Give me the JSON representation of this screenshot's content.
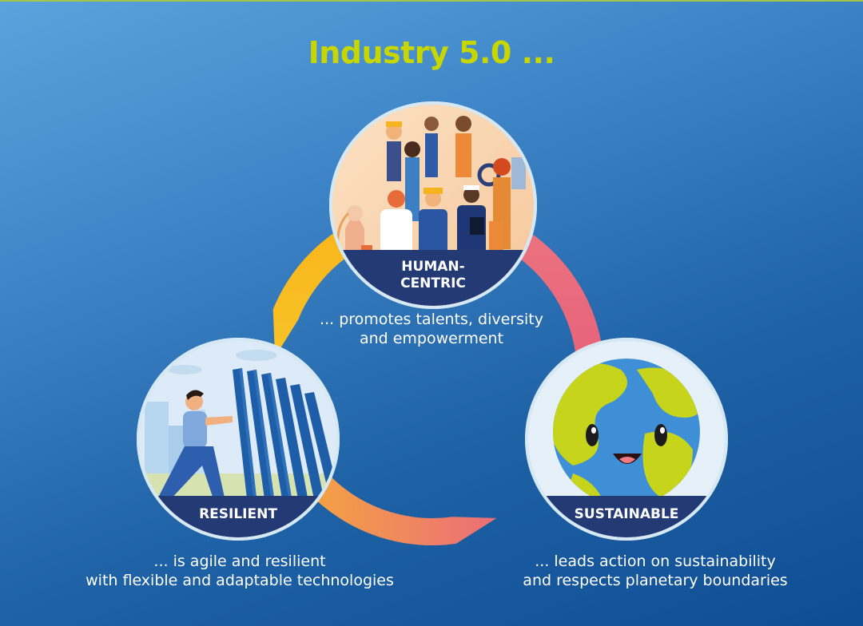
{
  "title": "Industry 5.0 ...",
  "colors": {
    "title": "#c8d600",
    "label_band": "#243a74",
    "ring_yellow": "#f7b21a",
    "ring_orange": "#f39246",
    "ring_pink": "#e8637b",
    "earth_land": "#c6d51c",
    "earth_ocean": "#3f8fd6"
  },
  "pillars": {
    "human": {
      "label_line1": "HUMAN-",
      "label_line2": "CENTRIC",
      "desc_line1": "... promotes talents, diversity",
      "desc_line2": "and empowerment",
      "icon": "diverse-workers-illustration"
    },
    "resilient": {
      "label": "RESILIENT",
      "desc_line1": "... is agile and resilient",
      "desc_line2": "with flexible and adaptable technologies",
      "icon": "person-holding-falling-dominoes-illustration"
    },
    "sustainable": {
      "label": "SUSTAINABLE",
      "desc_line1": "... leads action on sustainability",
      "desc_line2": "and respects planetary boundaries",
      "icon": "smiling-earth-illustration"
    }
  }
}
